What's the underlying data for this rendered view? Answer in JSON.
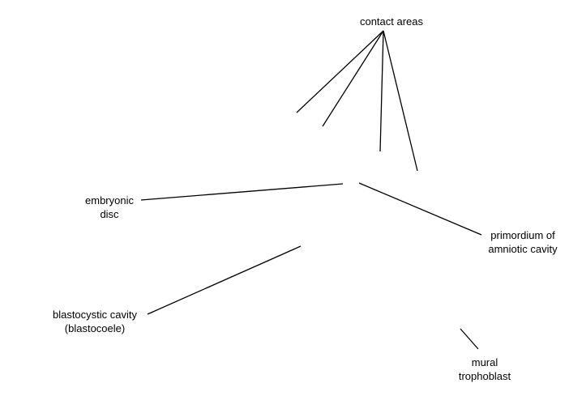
{
  "labels": {
    "contact_areas": "contact areas",
    "embryonic_disc": {
      "line1": "embryonic",
      "line2": "disc"
    },
    "primordium": {
      "line1": "primordium of",
      "line2": "amniotic cavity"
    },
    "blastocystic_cavity": {
      "line1": "blastocystic cavity",
      "line2": "(blastocoele)"
    },
    "mural_trophoblast": {
      "line1": "mural",
      "line2": "trophoblast"
    }
  },
  "colors": {
    "line": "#000000",
    "text": "#000000",
    "background": "#ffffff"
  }
}
